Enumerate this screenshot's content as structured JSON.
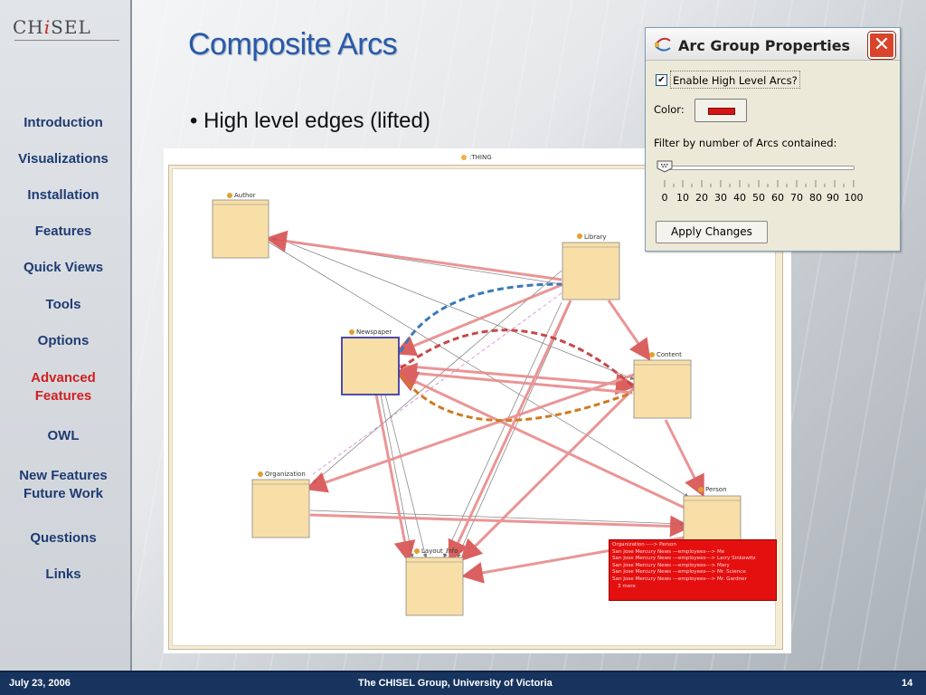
{
  "logo": {
    "part1": "CH",
    "part2": "i",
    "part3": "SEL"
  },
  "sidebar": {
    "items": [
      {
        "label": "Introduction"
      },
      {
        "label": "Visualizations"
      },
      {
        "label": "Installation"
      },
      {
        "label": "Features"
      },
      {
        "label": "Quick Views"
      },
      {
        "label": "Tools"
      },
      {
        "label": "Options"
      },
      {
        "label": "Advanced\nFeatures",
        "active": true
      },
      {
        "label": "OWL"
      },
      {
        "label": "New Features\nFuture Work"
      },
      {
        "label": "Questions"
      },
      {
        "label": "Links"
      }
    ]
  },
  "slide": {
    "title": "Composite Arcs",
    "bullet": "• High level edges (lifted)"
  },
  "graph": {
    "root": ":THING",
    "nodes": [
      {
        "id": "author",
        "label": "Author"
      },
      {
        "id": "library",
        "label": "Library"
      },
      {
        "id": "newspaper",
        "label": "Newspaper"
      },
      {
        "id": "content",
        "label": "Content"
      },
      {
        "id": "organization",
        "label": "Organization"
      },
      {
        "id": "person",
        "label": "Person"
      },
      {
        "id": "layout",
        "label": "Layout_Info"
      }
    ],
    "colors": {
      "node_fill": "#f8dfa8",
      "arc_red": "#e77a7a",
      "arc_blue": "#3a7ab8",
      "arc_orange": "#d07a20",
      "selected_border": "#3a3aaa"
    }
  },
  "tooltip": {
    "lines": [
      "Organization ----> Person",
      "San Jose Mercury News ---employees---> Me",
      "San Jose Mercury News ---employees---> Larry Sinkowitz",
      "San Jose Mercury News ---employees---> Mary",
      "San Jose Mercury News ---employees---> Mr. Science",
      "San Jose Mercury News ---employees---> Mr. Gardner",
      "3 more"
    ]
  },
  "dialog": {
    "title": "Arc Group Properties",
    "close_icon": "close-icon",
    "enable_label": "Enable High Level Arcs?",
    "enable_checked": true,
    "color_label": "Color:",
    "color_value": "#d71414",
    "filter_label": "Filter by number of Arcs contained:",
    "slider_value": 0,
    "ticks": [
      "0",
      "10",
      "20",
      "30",
      "40",
      "50",
      "60",
      "70",
      "80",
      "90",
      "100"
    ],
    "apply_label": "Apply Changes"
  },
  "footer": {
    "date": "July 23, 2006",
    "org": "The CHISEL Group, University of Victoria",
    "page": "14"
  }
}
